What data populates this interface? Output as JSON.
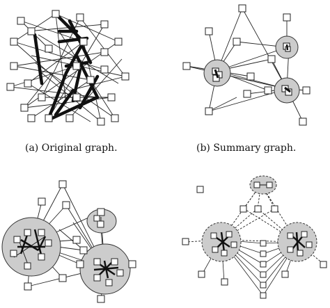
{
  "captions": {
    "a": "(a) Original graph.",
    "b": "(b) Summary graph."
  },
  "panels": [
    {
      "id": "original"
    },
    {
      "id": "summary"
    },
    {
      "id": "bottom-left"
    },
    {
      "id": "bottom-right"
    }
  ],
  "colors": {
    "node_fill": "#ffffff",
    "node_stroke": "#222222",
    "cluster_fill": "#cccccc",
    "edge": "#111111"
  }
}
